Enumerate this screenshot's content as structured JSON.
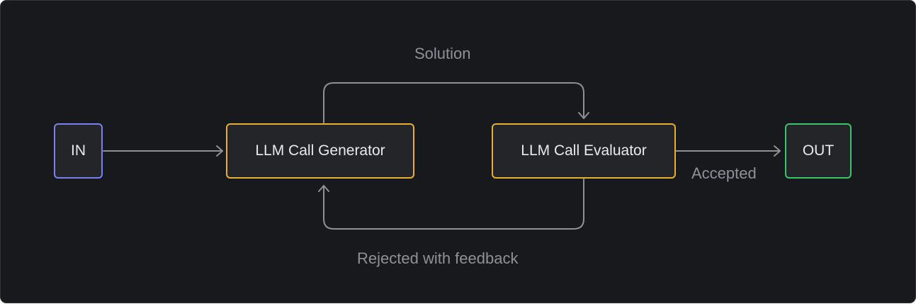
{
  "nodes": {
    "input": {
      "label": "IN",
      "color": "#7b80f0"
    },
    "generator": {
      "label": "LLM Call Generator",
      "color": "#e8b030"
    },
    "evaluator": {
      "label": "LLM Call Evaluator",
      "color": "#e8b030"
    },
    "output": {
      "label": "OUT",
      "color": "#3cc46a"
    }
  },
  "edges": {
    "solution_label": "Solution",
    "accepted_label": "Accepted",
    "rejected_label": "Rejected with feedback"
  },
  "colors": {
    "background": "#18191d",
    "node_fill": "#242529",
    "edge": "#8f9198",
    "label_text": "#8f9198"
  }
}
